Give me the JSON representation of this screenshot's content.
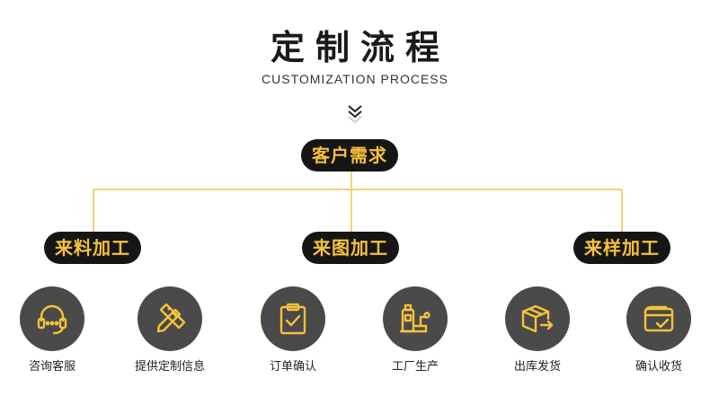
{
  "header": {
    "title": "定制流程",
    "subtitle": "CUSTOMIZATION PROCESS"
  },
  "root": {
    "label": "客户需求"
  },
  "branches": [
    {
      "label": "来料加工"
    },
    {
      "label": "来图加工"
    },
    {
      "label": "来样加工"
    }
  ],
  "steps": [
    {
      "label": "咨询客服",
      "icon": "headset-icon"
    },
    {
      "label": "提供定制信息",
      "icon": "pencil-ruler-icon"
    },
    {
      "label": "订单确认",
      "icon": "clipboard-check-icon"
    },
    {
      "label": "工厂生产",
      "icon": "factory-machine-icon"
    },
    {
      "label": "出库发货",
      "icon": "box-shipping-icon"
    },
    {
      "label": "确认收货",
      "icon": "wallet-check-icon"
    }
  ],
  "colors": {
    "accent": "#f6c23a",
    "pill_bg": "#161616",
    "circle_bg": "#4a4a4a",
    "line": "#f2c14e"
  }
}
